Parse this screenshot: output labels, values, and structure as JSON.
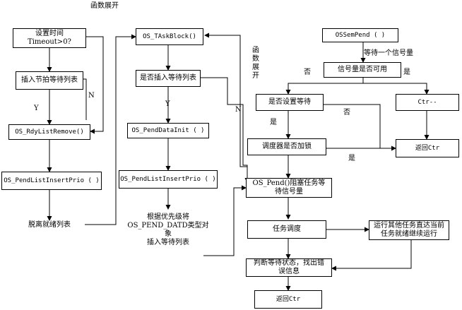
{
  "left": {
    "set_time": "设置时间\nTimeout>0?",
    "insert_tick": "插入节拍等待列表",
    "rdy_remove": "OS_RdyListRemove()",
    "pend_insert": "OS_PendListInsertPrio ( )",
    "detach": "脱离就绪列表",
    "yes": "Y",
    "no": "N"
  },
  "middle": {
    "expand_top": "函数展开",
    "task_block": "OS_TAskBlock()",
    "insert_wait": "是否插入等待列表",
    "pend_init": "OS_PendDataInit ( )",
    "pend_insert2": "OS_PendListInsertPrio ( )",
    "note": "根据优先级将\nOS_PEND_DATD类型对象\n插入等待列表",
    "yes": "Y",
    "no": "N"
  },
  "right": {
    "sem_pend": "OSSemPend ( )",
    "wait_sem": "等待一个信号量",
    "expand_side": "函数展开",
    "sem_available": "信号量是否可用",
    "no1": "否",
    "yes1": "是",
    "set_wait": "是否设置等待",
    "ctr_dec": "Ctr--",
    "no2": "否",
    "yes2": "是",
    "sched_locked": "调度器是否加锁",
    "return_ctr1": "返回Ctr",
    "yes3": "是",
    "os_pend": "OS_Pend()阻塞任务等\n待信号量",
    "task_sched": "任务调度",
    "run_other": "运行其他任务直达当前\n任务就绪继续运行",
    "judge": "判断等待状态，找出错\n误信息",
    "return_ctr2": "返回Ctr"
  }
}
